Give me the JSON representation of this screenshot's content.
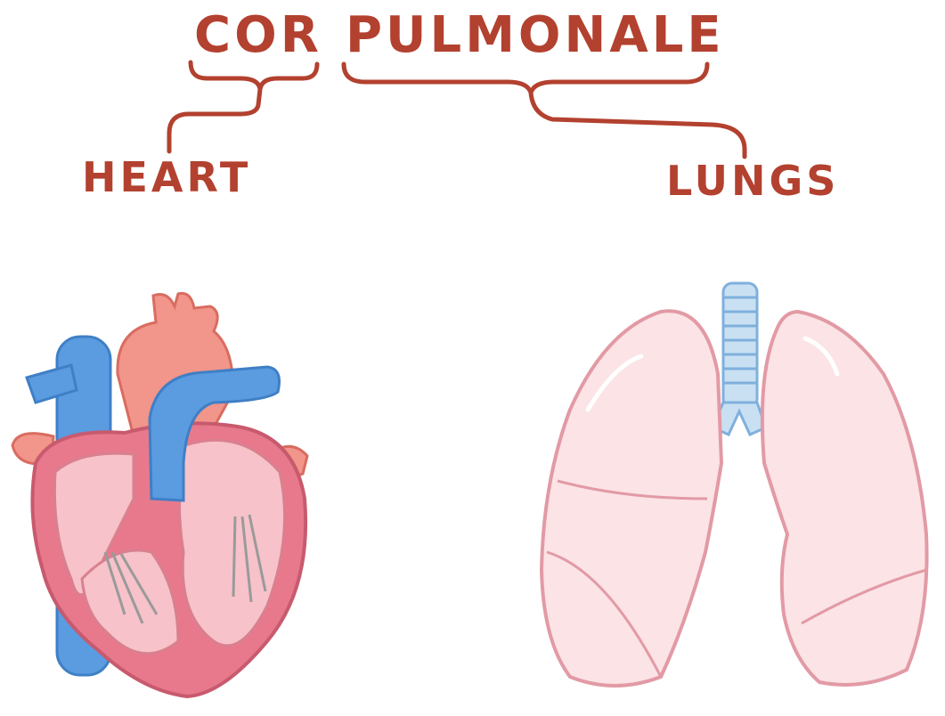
{
  "title": {
    "word_cor": "COR",
    "word_pulmonale": "PULMONALE"
  },
  "labels": {
    "heart": "HEART",
    "lungs": "LUNGS"
  },
  "colors": {
    "text": "#b3412f",
    "vein_blue": "#5b9be0",
    "aorta_pink": "#f2958a",
    "heart_wall": "#e8798c",
    "heart_inner": "#f7c2c9",
    "lung_fill": "#fbe3e6",
    "lung_outline": "#e9aab3",
    "trachea": "#a8cbe8"
  },
  "icons": [
    "heart-illustration",
    "lungs-illustration"
  ]
}
